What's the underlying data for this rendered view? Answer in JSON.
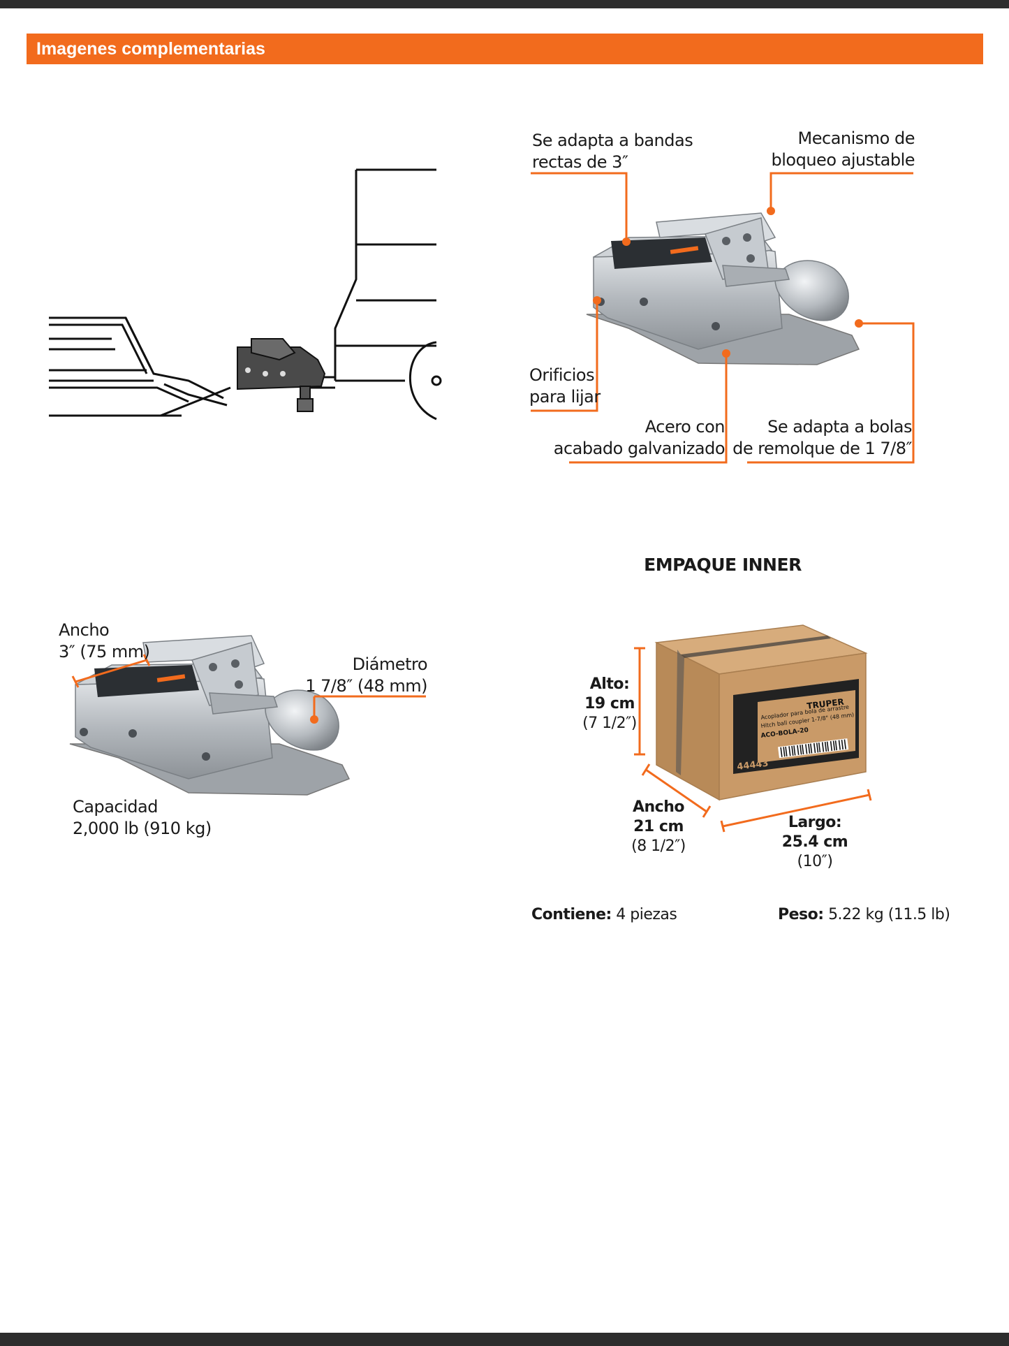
{
  "header": {
    "title": "Imagenes complementarias"
  },
  "features": {
    "bandas": [
      "Se adapta a bandas",
      "rectas de 3″"
    ],
    "mecanismo": [
      "Mecanismo de",
      "bloqueo ajustable"
    ],
    "orificios": [
      "Orificios",
      "para lijar"
    ],
    "acero": [
      "Acero con",
      "acabado galvanizado"
    ],
    "bolas": [
      "Se adapta a bolas",
      "de remolque de 1 7/8″"
    ]
  },
  "specs": {
    "ancho_label": "Ancho",
    "ancho_value": "3″",
    "ancho_metric": "(75 mm)",
    "diametro_label": "Diámetro",
    "diametro_value": "1 7/8″",
    "diametro_metric": "(48 mm)",
    "capacidad_label": "Capacidad",
    "capacidad_value": "2,000 lb",
    "capacidad_metric": "(910 kg)"
  },
  "package": {
    "title": "EMPAQUE INNER",
    "alto_label": "Alto:",
    "alto_value": "19 cm",
    "alto_imperial": "(7 1/2″)",
    "ancho_label": "Ancho",
    "ancho_value": "21 cm",
    "ancho_imperial": "(8 1/2″)",
    "largo_label": "Largo:",
    "largo_value": "25.4 cm",
    "largo_imperial": "(10″)",
    "contiene_label": "Contiene:",
    "contiene_value": "4 piezas",
    "peso_label": "Peso:",
    "peso_value": "5.22 kg (11.5 lb)",
    "box_code": "44443",
    "box_brand": "TRUPER",
    "box_desc_es": "Acoplador para bola de arrastre",
    "box_desc_en": "Hitch ball coupler 1-7/8\" (48 mm)",
    "box_model": "ACO-BOLA-20"
  },
  "colors": {
    "accent": "#f26b1d",
    "bar": "#2d2d2d",
    "steel": "#b8bdc2",
    "cardboard": "#c79a6a"
  }
}
